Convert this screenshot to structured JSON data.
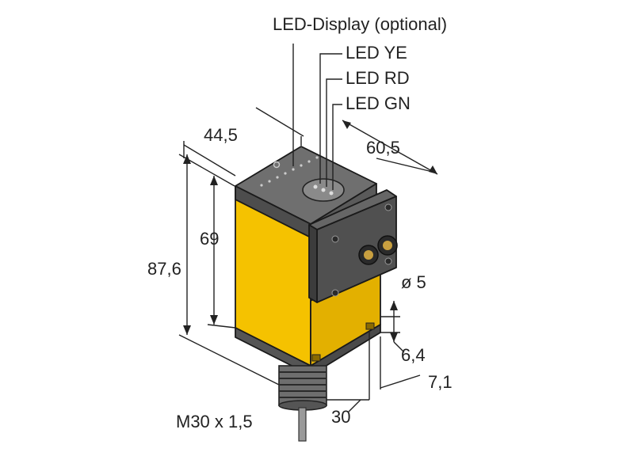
{
  "labels": {
    "led_display": "LED-Display (optional)",
    "led_ye": "LED YE",
    "led_rd": "LED RD",
    "led_gn": "LED GN",
    "dim_width": "44,5",
    "dim_depth": "60,5",
    "dim_height_body": "69",
    "dim_height_total": "87,6",
    "dim_hole": "ø 5",
    "dim_hole_offset": "6,4",
    "dim_hole_edge": "7,1",
    "dim_thread_offset": "30",
    "thread": "M30 x 1,5"
  },
  "colors": {
    "housing_yellow": "#f5c200",
    "housing_yellow_side": "#d9a400",
    "cap_dark": "#4a4a4a",
    "cap_top": "#6b6b6b",
    "connector": "#555555",
    "line": "#222222"
  }
}
